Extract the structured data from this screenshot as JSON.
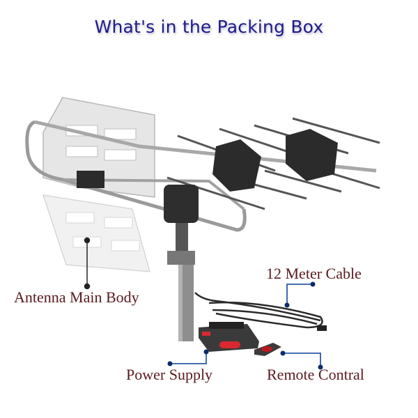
{
  "title": "What's in the Packing Box",
  "labels": {
    "antenna": "Antenna Main Body",
    "cable": "12 Meter Cable",
    "power": "Power Supply",
    "remote": "Remote Contral"
  },
  "colors": {
    "title": "#1f1b8a",
    "label_text": "#5a1a1e",
    "leader_line": "#2a5aa8",
    "leader_dot": "#0d2a6b"
  }
}
